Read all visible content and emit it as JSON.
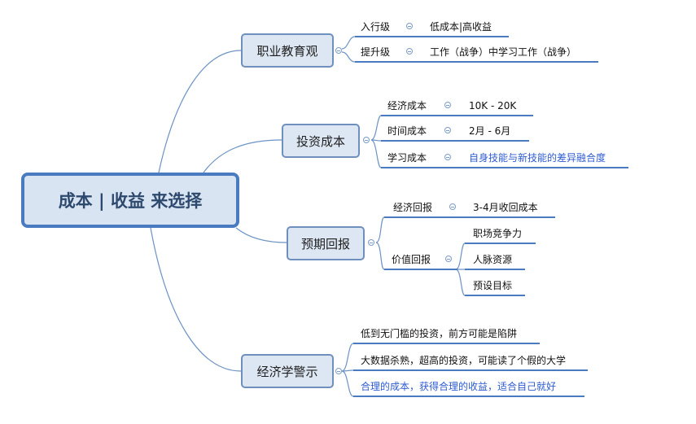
{
  "root": {
    "label": "成本 | 收益 来选择"
  },
  "branches": [
    {
      "label": "职业教育观",
      "children": [
        {
          "label": "入行级",
          "value": "低成本|高收益"
        },
        {
          "label": "提升级",
          "value": "工作（战争）中学习工作（战争）"
        }
      ]
    },
    {
      "label": "投资成本",
      "children": [
        {
          "label": "经济成本",
          "value": "10K - 20K"
        },
        {
          "label": "时间成本",
          "value": "2月 - 6月"
        },
        {
          "label": "学习成本",
          "value": "自身技能与新技能的差异融合度"
        }
      ]
    },
    {
      "label": "预期回报",
      "children": [
        {
          "label": "经济回报",
          "value": "3-4月收回成本"
        },
        {
          "label": "价值回报",
          "values": [
            "职场竞争力",
            "人脉资源",
            "预设目标"
          ]
        }
      ]
    },
    {
      "label": "经济学警示",
      "children": [
        {
          "label": "低到无门槛的投资，前方可能是陷阱"
        },
        {
          "label": "大数据杀熟，超高的投资，可能读了个假的大学"
        },
        {
          "label": "合理的成本，获得合理的收益，适合自己就好"
        }
      ]
    }
  ],
  "colors": {
    "connector": "#6c93c4",
    "underline": "#4a7bc0",
    "node_fill": "#dde7f3",
    "node_border": "#6f8fbd",
    "highlight_text": "#2d5bd0"
  }
}
